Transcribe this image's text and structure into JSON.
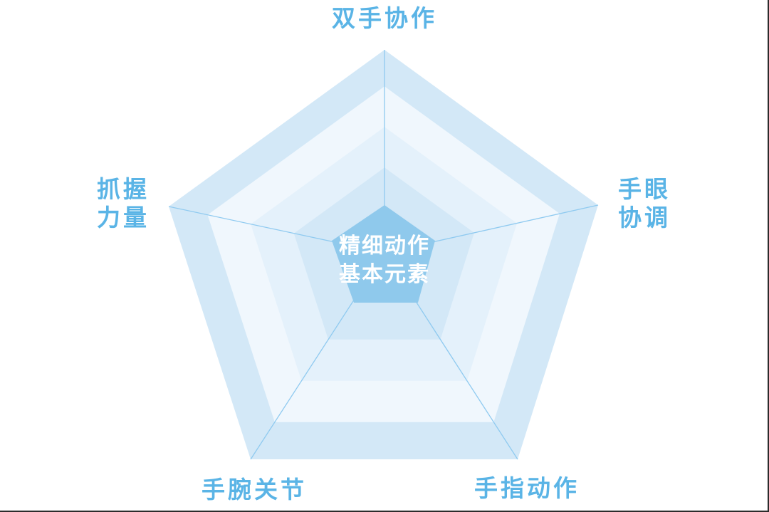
{
  "diagram": {
    "center_label": "精细动作\n基本元素",
    "axes": [
      "双手协作",
      "手眼\n协调",
      "手指动作",
      "手腕关节",
      "抓握\n力量"
    ],
    "colors": {
      "label": "#5ab4e6",
      "ring_dark": "#d3e8f7",
      "ring_light": "#f0f7fd",
      "ring_mid": "#e4f1fb",
      "spoke": "#8fcaf0",
      "core": "#8fc9ec",
      "center_text": "#ffffff"
    }
  }
}
